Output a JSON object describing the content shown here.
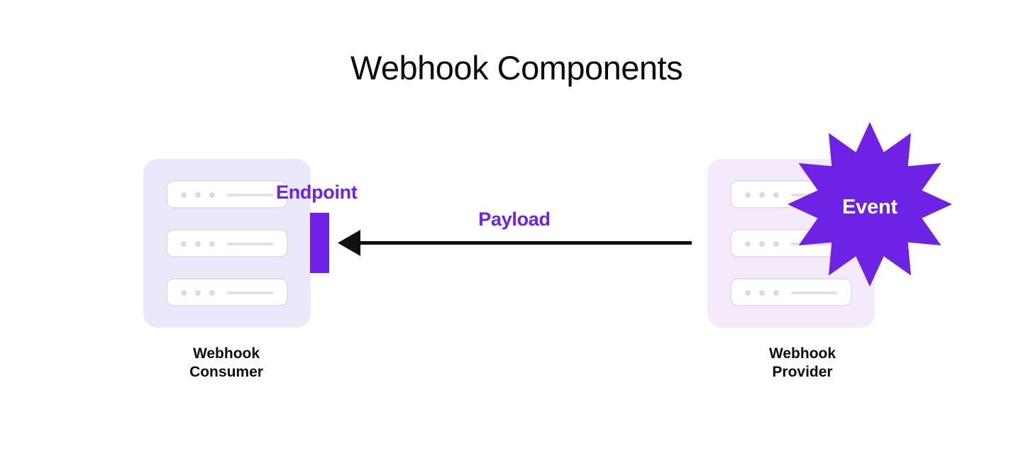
{
  "diagram": {
    "title": "Webhook Components",
    "type": "architecture-flow"
  },
  "colors": {
    "purple": "#6e22e6",
    "arrow": "#111111",
    "consumer_panel_bg": "#e9e9fb",
    "provider_panel_bg": "#f4eafc",
    "server_border": "#e2e2e2",
    "server_fill": "#ffffff",
    "title_text": "#0d0d0d"
  },
  "nodes": {
    "consumer": {
      "caption_line1": "Webhook",
      "caption_line2": "Consumer",
      "icon": "server-stack-icon",
      "server_units": 3,
      "dots_per_unit": 3
    },
    "provider": {
      "caption_line1": "Webhook",
      "caption_line2": "Provider",
      "icon": "server-stack-icon",
      "server_units": 3,
      "dots_per_unit": 3
    }
  },
  "annotations": {
    "endpoint": {
      "label": "Endpoint",
      "shape": "vertical-bar"
    },
    "payload": {
      "label": "Payload",
      "shape": "arrow-left",
      "direction": "provider-to-consumer"
    },
    "event": {
      "label": "Event",
      "shape": "starburst",
      "points": 12
    }
  }
}
